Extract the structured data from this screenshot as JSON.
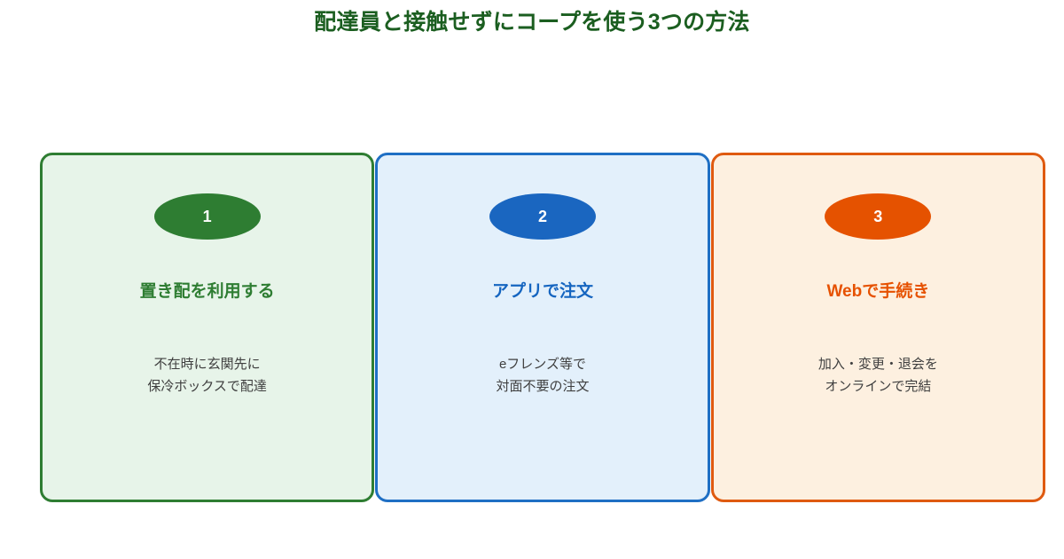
{
  "page": {
    "title": "配達員と接触せずにコープを使う3つの方法",
    "background_color": "#FFFFFF",
    "title_color": "#1B5E20"
  },
  "cards": [
    {
      "badge_number": "1",
      "heading": "置き配を利用する",
      "desc_line1": "不在時に玄関先に",
      "desc_line2": "保冷ボックスで配達",
      "accent_color": "#2E7D32",
      "border_color": "#2E7D32",
      "fill_color": "#E7F4E9",
      "badge_color": "#2E7D32",
      "badge_text_color": "#FFFFFF",
      "desc_color": "#3F3F3F"
    },
    {
      "badge_number": "2",
      "heading": "アプリで注文",
      "desc_line1": "eフレンズ等で",
      "desc_line2": "対面不要の注文",
      "accent_color": "#1565C0",
      "border_color": "#1F6FC4",
      "fill_color": "#E3F0FB",
      "badge_color": "#1A66C0",
      "badge_text_color": "#FFFFFF",
      "desc_color": "#3F3F3F"
    },
    {
      "badge_number": "3",
      "heading": "Webで手続き",
      "desc_line1": "加入・変更・退会を",
      "desc_line2": "オンラインで完結",
      "accent_color": "#E65100",
      "border_color": "#DF5A10",
      "fill_color": "#FDF0E0",
      "badge_color": "#E55200",
      "badge_text_color": "#FFFFFF",
      "desc_color": "#3F3F3F"
    }
  ]
}
